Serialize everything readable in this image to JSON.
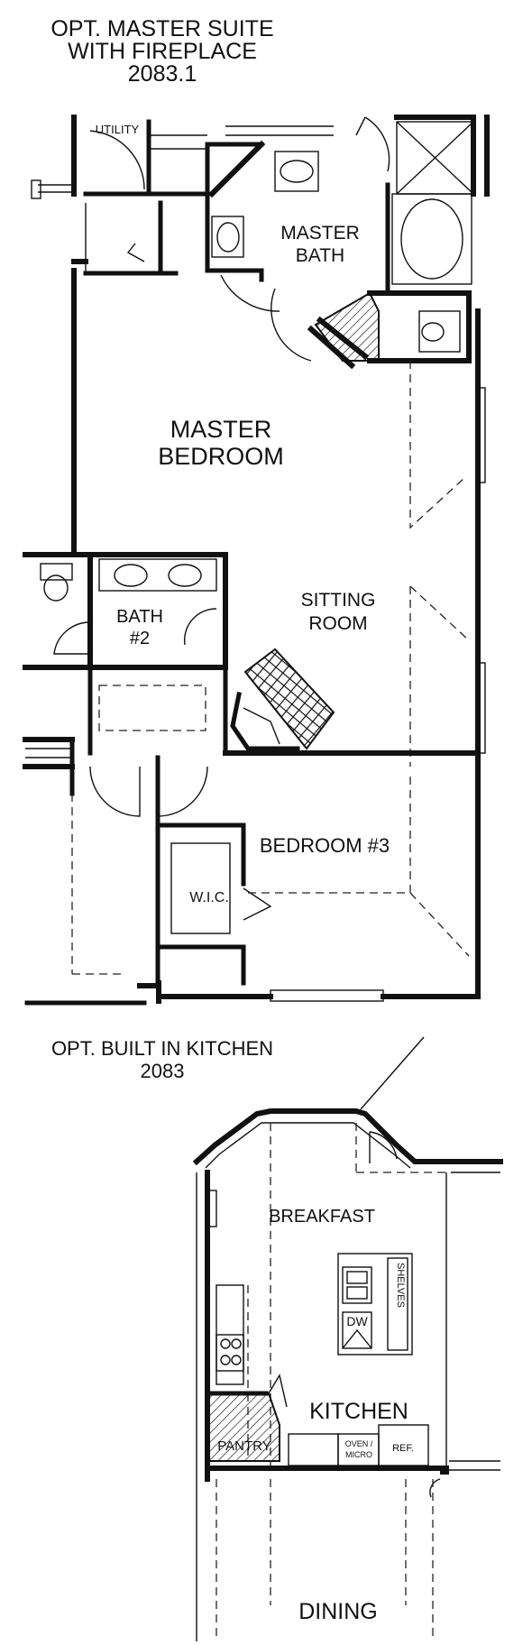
{
  "plans": [
    {
      "title_line1": "OPT. MASTER SUITE",
      "title_line2": "WITH FIREPLACE",
      "plan_number": "2083.1",
      "rooms": {
        "utility": "UTILITY",
        "master_bath_line1": "MASTER",
        "master_bath_line2": "BATH",
        "master_bedroom_line1": "MASTER",
        "master_bedroom_line2": "BEDROOM",
        "sitting_room_line1": "SITTING",
        "sitting_room_line2": "ROOM",
        "bath2_line1": "BATH",
        "bath2_line2": "#2",
        "bedroom3": "BEDROOM #3",
        "wic": "W.I.C."
      }
    },
    {
      "title": "OPT. BUILT IN KITCHEN",
      "plan_number": "2083",
      "rooms": {
        "breakfast": "BREAKFAST",
        "kitchen": "KITCHEN",
        "pantry": "PANTRY",
        "dining": "DINING",
        "dw": "DW",
        "shelves": "SHELVES",
        "oven_micro_line1": "OVEN /",
        "oven_micro_line2": "MICRO",
        "ref": "REF."
      }
    }
  ]
}
